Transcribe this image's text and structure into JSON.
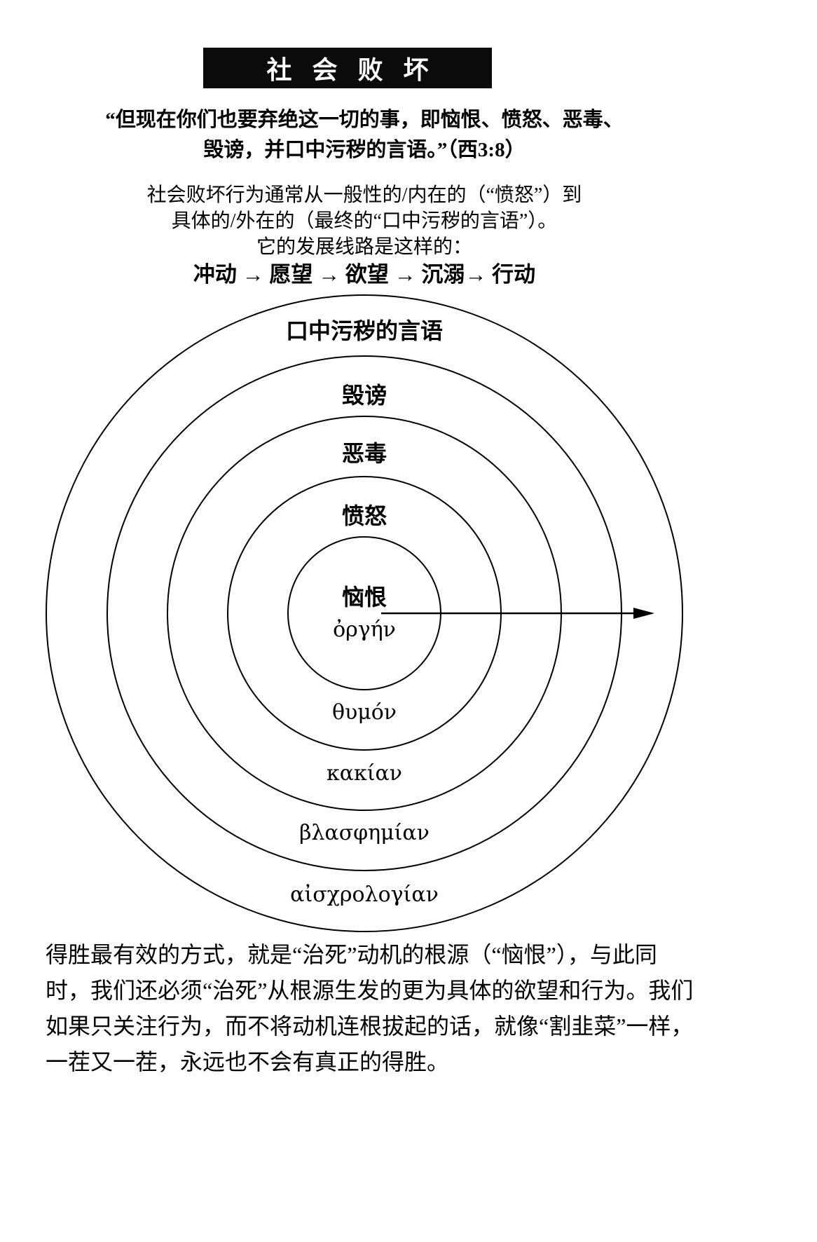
{
  "header": {
    "title": "社 会 败 坏"
  },
  "quote": {
    "line1": "“但现在你们也要弃绝这一切的事，即恼恨、愤怒、恶毒、",
    "line2": "毁谤，并口中污秽的言语。”（西3:8）"
  },
  "intro": {
    "line1": "社会败坏行为通常从一般性的/内在的（“愤怒”）到",
    "line2": "具体的/外在的（最终的“口中污秽的言语”）。",
    "line3": "它的发展线路是这样的：",
    "progression": "冲动 → 愿望 → 欲望 → 沉溺→ 行动"
  },
  "diagram": {
    "rings": [
      {
        "zh": "恼恨",
        "el": "ὀργήν"
      },
      {
        "zh": "愤怒",
        "el": "θυμόν"
      },
      {
        "zh": "恶毒",
        "el": "κακίαν"
      },
      {
        "zh": "毁谤",
        "el": "βλασφημίαν"
      },
      {
        "zh": "口中污秽的言语",
        "el": "αἰσχρολογίαν"
      }
    ]
  },
  "footer": {
    "lines": [
      "得胜最有效的方式，就是“治死”动机的根源（“恼恨”），与此同",
      "时，我们还必须“治死”从根源生发的更为具体的欲望和行为。我们",
      "如果只关注行为，而不将动机连根拔起的话，就像“割韭菜”一样，",
      "一茬又一茬，永远也不会有真正的得胜。"
    ]
  },
  "colors": {
    "ink": "#000000",
    "banner_bg": "#0b0b0b",
    "banner_text": "#ffffff"
  }
}
